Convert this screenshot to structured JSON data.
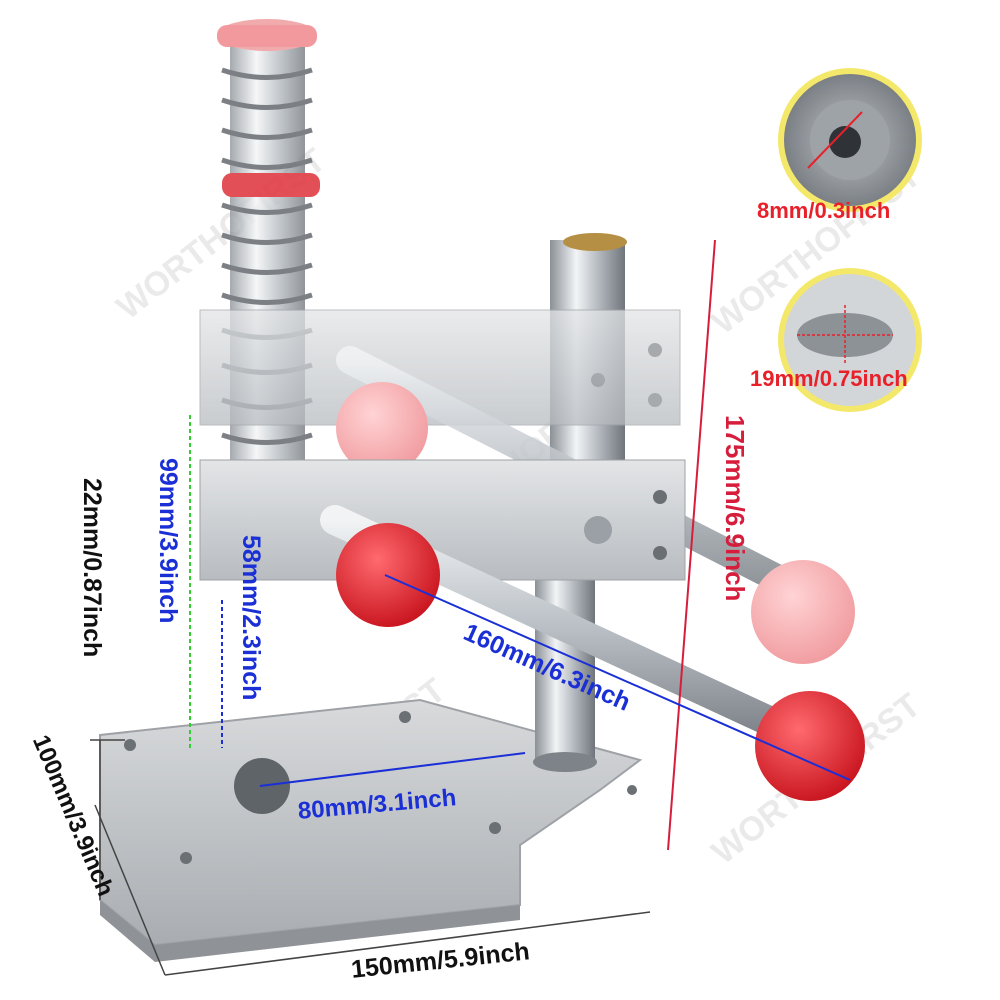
{
  "watermark": "WORTHOFIRST",
  "dimensions": {
    "thread": "8mm/0.3inch",
    "bore": "19mm/0.75inch",
    "total_height": "175mm/6.9inch",
    "travel": "99mm/3.9inch",
    "min_gap": "58mm/2.3inch",
    "base_thickness": "22mm/0.87inch",
    "depth": "100mm/3.9inch",
    "width": "150mm/5.9inch",
    "throat": "80mm/3.1inch",
    "handle": "160mm/6.3inch"
  },
  "colors": {
    "red": "#e8202a",
    "blue": "#1a2fd6",
    "green": "#33cc33",
    "crimson": "#d61e3c",
    "metal": "#c9ccd0",
    "knob": "#d9202b"
  }
}
